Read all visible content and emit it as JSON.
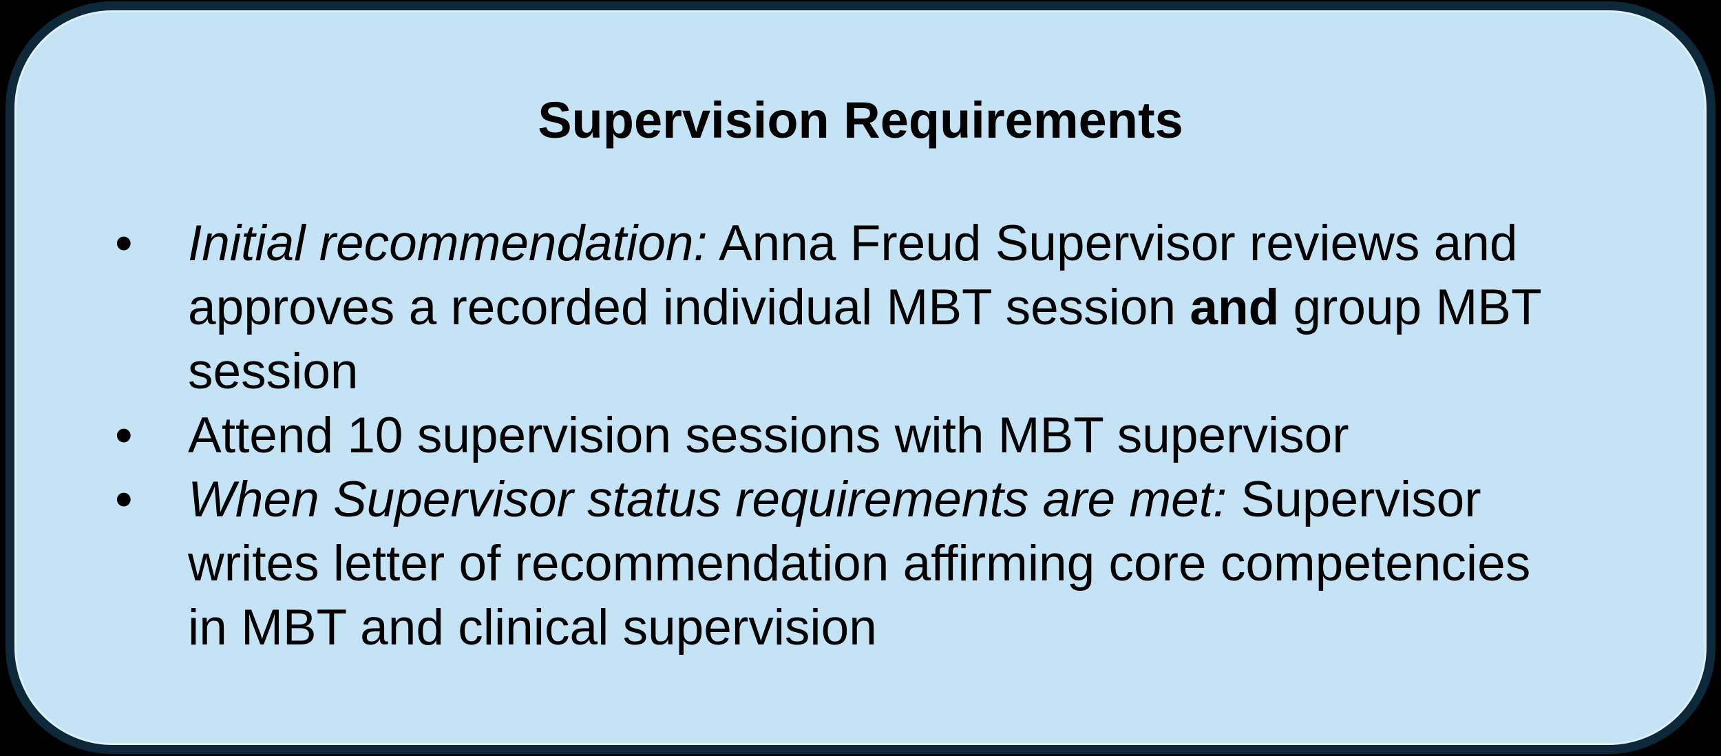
{
  "colors": {
    "background": "#000000",
    "card_fill": "#c4e3f4",
    "card_border": "#0d2838",
    "text": "#000000"
  },
  "card": {
    "title": "Supervision Requirements",
    "bullet_char": "•",
    "bullets": [
      {
        "segments": [
          {
            "style": "italic",
            "text": "Initial recommendation:"
          },
          {
            "style": "normal",
            "text": " Anna Freud Supervisor reviews and\napproves a recorded individual MBT session "
          },
          {
            "style": "bold",
            "text": "and"
          },
          {
            "style": "normal",
            "text": " group MBT\nsession"
          }
        ]
      },
      {
        "segments": [
          {
            "style": "normal",
            "text": "Attend 10 supervision sessions with MBT supervisor"
          }
        ]
      },
      {
        "segments": [
          {
            "style": "italic",
            "text": "When Supervisor status requirements are met:"
          },
          {
            "style": "normal",
            "text": " Supervisor\nwrites letter of recommendation affirming core competencies\nin MBT and clinical supervision"
          }
        ]
      }
    ]
  }
}
